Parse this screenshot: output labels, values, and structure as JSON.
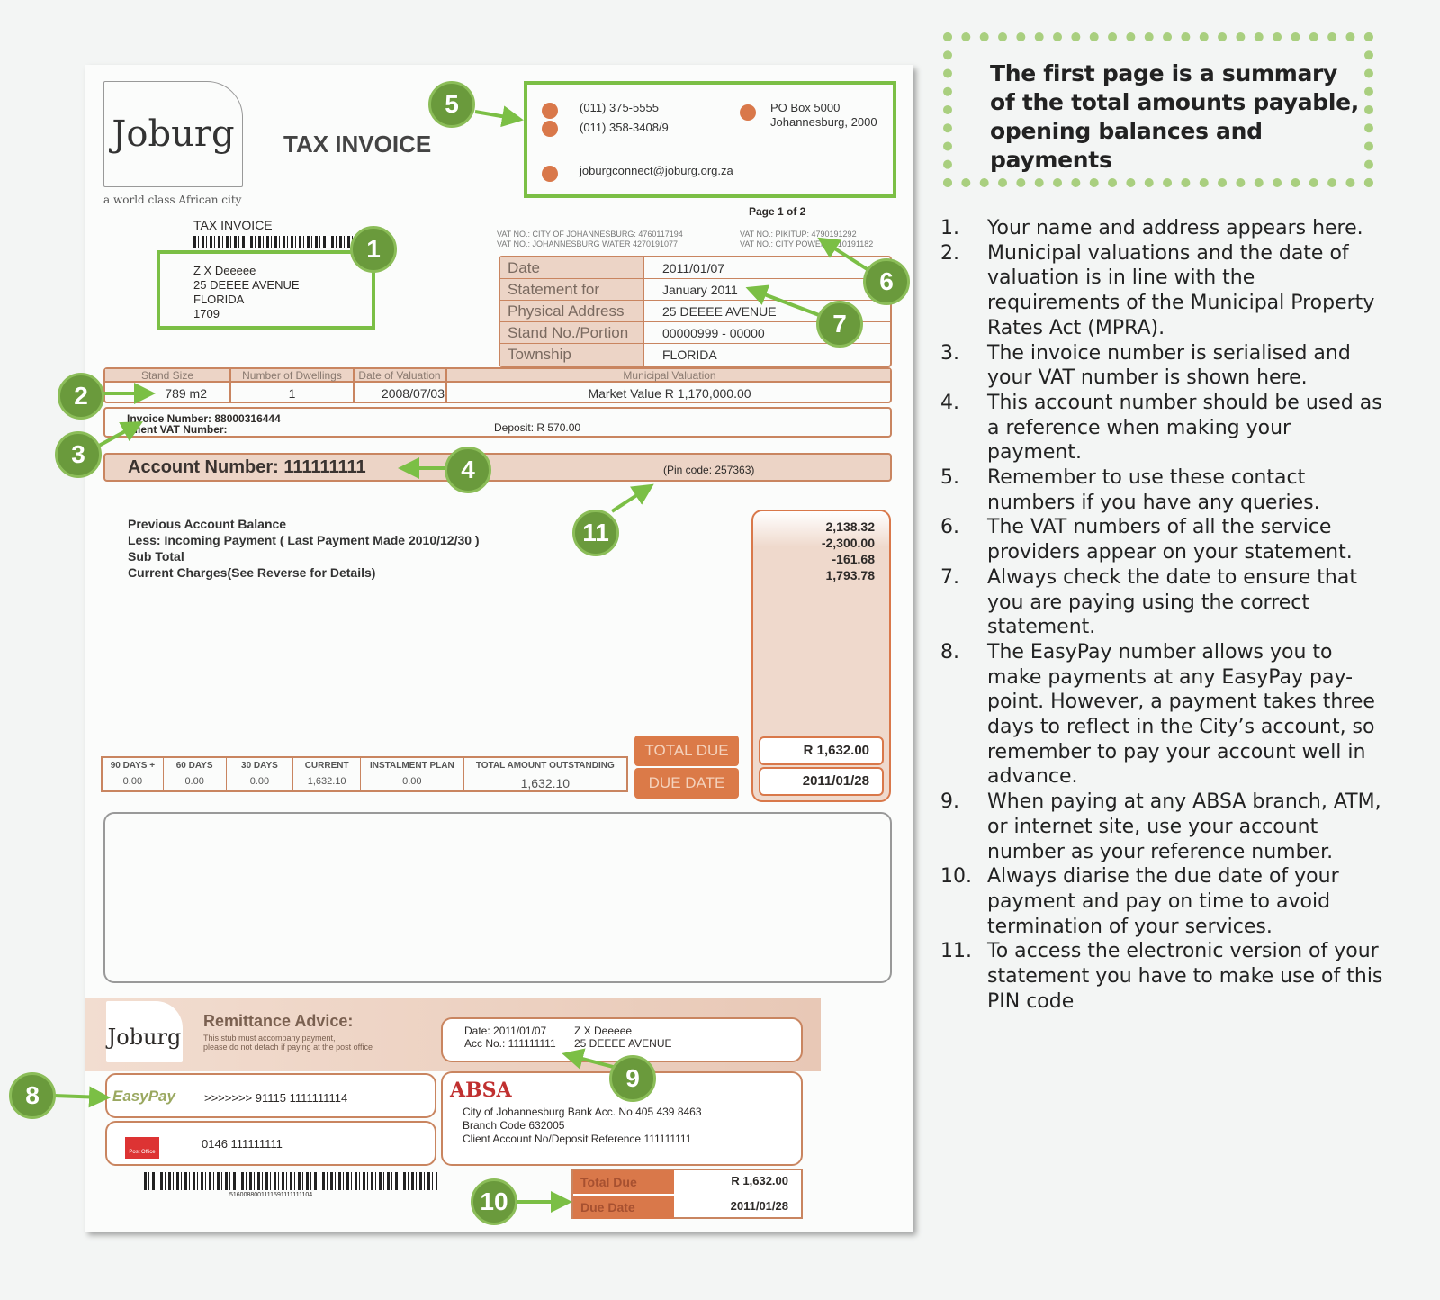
{
  "invoice": {
    "logo": "Joburg",
    "tagline": "a world class African city",
    "title": "TAX INVOICE",
    "contact": {
      "phone1": "(011) 375-5555",
      "phone2": "(011) 358-3408/9",
      "po_box": "PO Box 5000",
      "city": "Johannesburg, 2000",
      "email": "joburgconnect@joburg.org.za"
    },
    "page": "Page 1 of 2",
    "tax_invoice_label": "TAX INVOICE",
    "address": [
      "Z X Deeeee",
      "25 DEEEE AVENUE",
      "FLORIDA",
      "1709"
    ],
    "vat": [
      "VAT NO.: CITY OF JOHANNESBURG: 4760117194",
      "VAT NO.: JOHANNESBURG WATER  4270191077",
      "VAT NO.: PIKITUP:   4790191292",
      "VAT NO.: CITY POWER 4710191182"
    ],
    "details": [
      {
        "k": "Date",
        "v": "2011/01/07"
      },
      {
        "k": "Statement for",
        "v": "January 2011"
      },
      {
        "k": "Physical Address",
        "v": "25 DEEEE AVENUE"
      },
      {
        "k": "Stand No./Portion",
        "v": "00000999 - 00000"
      },
      {
        "k": "Township",
        "v": "FLORIDA"
      }
    ],
    "valuation": {
      "headers": [
        "Stand Size",
        "Number of Dwellings",
        "Date of Valuation",
        "Municipal Valuation"
      ],
      "values": [
        "789 m2",
        "1",
        "2008/07/03",
        "Market Value R 1,170,000.00"
      ]
    },
    "invoice_number": "Invoice Number: 88000316444",
    "client_vat": "Client VAT Number:",
    "deposit": "Deposit: R 570.00",
    "account_number": "Account Number: 111111111",
    "pin": "(Pin code: 257363)",
    "summary": {
      "labels": [
        "Previous Account Balance",
        "Less: Incoming Payment ( Last Payment Made 2010/12/30 )",
        "Sub Total",
        "Current Charges(See Reverse for Details)"
      ],
      "values": [
        "2,138.32",
        "-2,300.00",
        "-161.68",
        "1,793.78"
      ]
    },
    "aging": {
      "headers": [
        "90 DAYS +",
        "60 DAYS",
        "30 DAYS",
        "CURRENT",
        "INSTALMENT PLAN",
        "TOTAL AMOUNT OUTSTANDING"
      ],
      "values": [
        "0.00",
        "0.00",
        "0.00",
        "1,632.10",
        "0.00",
        "1,632.10"
      ]
    },
    "total_due_label": "TOTAL DUE",
    "due_date_label": "DUE DATE",
    "total_due": "R 1,632.00",
    "due_date": "2011/01/28",
    "remit": {
      "title": "Remittance Advice:",
      "note1": "This stub must accompany payment,",
      "note2": "please do not detach if paying at the post office",
      "date": "Date: 2011/01/07",
      "acc": "Acc No.: 111111111",
      "name": "Z X Deeeee",
      "addr": "25 DEEEE AVENUE",
      "easypay_logo": "EasyPay",
      "easypay": ">>>>>>> 91115  1111111114",
      "postoffice_logo": "Post Office",
      "postoffice": "0146  111111111",
      "absa": "ABSA",
      "absa_lines": [
        "City of Johannesburg Bank Acc. No 405 439 8463",
        "Branch Code 632005",
        "Client Account No/Deposit Reference 111111111"
      ],
      "barcode_number": "5160088001111591111111104",
      "total_due_label": "Total Due",
      "due_date_label": "Due Date",
      "total_due": "R 1,632.00",
      "due_date": "2011/01/28"
    }
  },
  "callouts": [
    "1",
    "2",
    "3",
    "4",
    "5",
    "6",
    "7",
    "8",
    "9",
    "10",
    "11"
  ],
  "sidebar": {
    "intro": [
      "The first page is a summary",
      "of the total amounts payable,",
      "opening balances and",
      "payments"
    ],
    "steps": [
      {
        "n": "1.",
        "t": "Your name and address appears here."
      },
      {
        "n": "2.",
        "t": "Municipal valuations and the date of valuation is in line with the requirements of the Municipal Property Rates Act (MPRA)."
      },
      {
        "n": "3.",
        "t": "The invoice number is serialised and your VAT number is shown here."
      },
      {
        "n": "4.",
        "t": "This account number should be used as a reference when making your payment."
      },
      {
        "n": "5.",
        "t": "Remember to use these contact numbers if you have any queries."
      },
      {
        "n": "6.",
        "t": "The VAT numbers of all the service providers appear on your statement."
      },
      {
        "n": "7.",
        "t": "Always check the date to ensure that you are paying using the correct statement."
      },
      {
        "n": "8.",
        "t": "The EasyPay number allows you to make payments at any EasyPay pay-point. However, a payment takes three days to reflect in the City’s account, so remember to pay your account well in advance."
      },
      {
        "n": "9.",
        "t": "When paying at any ABSA branch, ATM, or internet site, use your account number as your reference number."
      },
      {
        "n": "10.",
        "t": "Always diarise the due date of your payment and pay on time to avoid termination of your services."
      },
      {
        "n": "11.",
        "t": "To access the electronic version of your statement you have to make use of this PIN code"
      }
    ]
  }
}
